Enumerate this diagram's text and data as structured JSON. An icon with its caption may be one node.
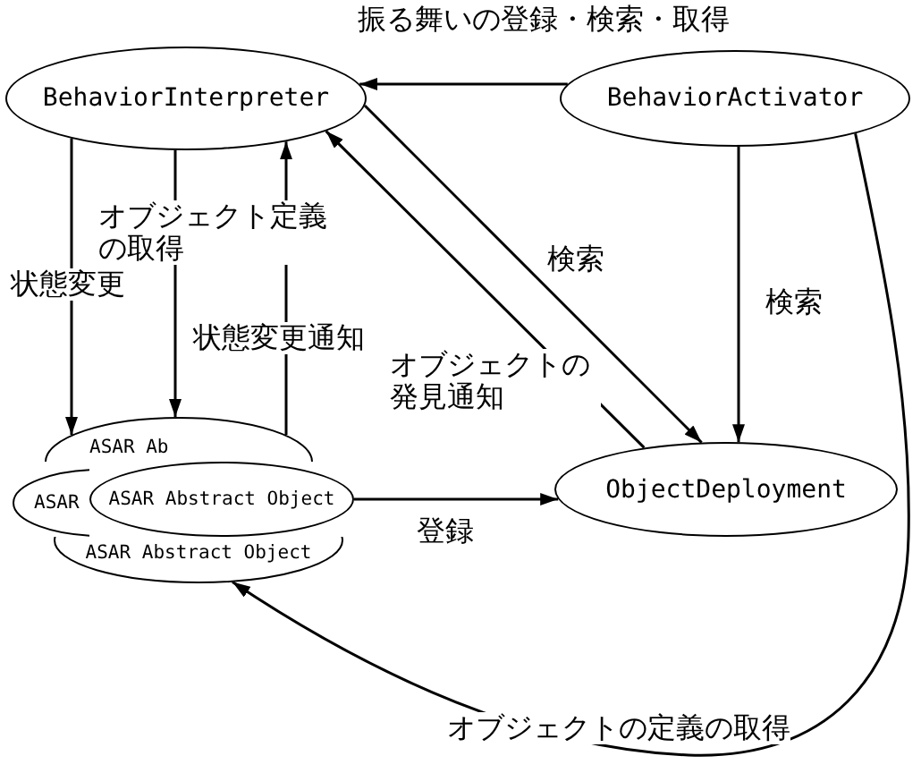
{
  "diagram": {
    "nodes": [
      {
        "text": [
          "BehaviorInterpreter"
        ]
      },
      {
        "text": [
          "BehaviorActivator"
        ]
      },
      {
        "text": [
          "ASAR Ab"
        ]
      },
      {
        "text": [
          "ASAR"
        ]
      },
      {
        "text": [
          "ASAR Abstract Object"
        ]
      },
      {
        "text": [
          "ASAR Abstract Object"
        ]
      },
      {
        "text": [
          "ObjectDeployment"
        ]
      }
    ],
    "edges": [
      {
        "from": 1,
        "to": 0,
        "arrow": "to",
        "label": "振る舞いの登録・検索・取得"
      },
      {
        "from": 0,
        "to": 2,
        "arrow": "to",
        "label": "状態変更"
      },
      {
        "from": 0,
        "to": 2,
        "arrow": "to",
        "label": "オブジェクト定義の取得"
      },
      {
        "from": 2,
        "to": 0,
        "arrow": "to",
        "label": "状態変更通知"
      },
      {
        "from": 0,
        "to": 6,
        "arrow": "to",
        "label": "検索"
      },
      {
        "from": 6,
        "to": 0,
        "arrow": "to",
        "label": "オブジェクトの発見通知"
      },
      {
        "from": 1,
        "to": 6,
        "arrow": "to",
        "label": "検索"
      },
      {
        "from": 4,
        "to": 6,
        "arrow": "to",
        "label": "登録"
      },
      {
        "from": 1,
        "to": 5,
        "arrow": "to",
        "label": "オブジェクトの定義の取得"
      }
    ]
  }
}
